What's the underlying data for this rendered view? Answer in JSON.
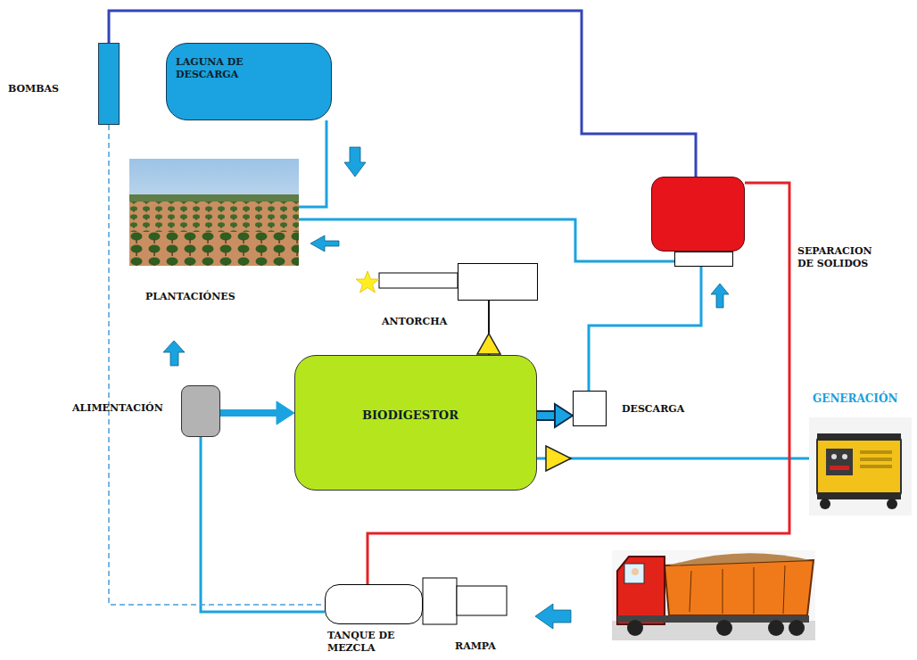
{
  "diagram": {
    "nodes": [
      {
        "text": [
          "BOMBAS"
        ]
      },
      {
        "text": [
          "LAGUNA DE DESCARGA"
        ]
      },
      {
        "text": [
          "PLANTACIÓNES"
        ]
      },
      {
        "text": [
          "ANTORCHA"
        ]
      },
      {
        "text": [
          "SEPARACION DE SOLIDOS"
        ]
      },
      {
        "text": [
          "ALIMENTACIÓN"
        ]
      },
      {
        "text": [
          "BIODIGESTOR"
        ]
      },
      {
        "text": [
          "DESCARGA"
        ]
      },
      {
        "text": [
          "GENERACIÓN"
        ]
      },
      {
        "text": [
          "TANQUE DE MEZCLA"
        ]
      },
      {
        "text": [
          "RAMPA"
        ]
      }
    ],
    "edges": [
      {
        "from": 1,
        "to": 2,
        "arrow": "none"
      },
      {
        "from": 4,
        "to": 2,
        "arrow": "none"
      },
      {
        "from": 7,
        "to": 4,
        "arrow": "none"
      },
      {
        "from": 6,
        "to": 7,
        "arrow": "to"
      },
      {
        "from": 6,
        "to": 3,
        "arrow": "none"
      },
      {
        "from": 6,
        "to": 8,
        "arrow": "none"
      },
      {
        "from": 5,
        "to": 6,
        "arrow": "to"
      },
      {
        "from": 9,
        "to": 5,
        "arrow": "none"
      },
      {
        "from": 4,
        "to": 9,
        "arrow": "none"
      },
      {
        "from": 4,
        "to": 0,
        "arrow": "none"
      },
      {
        "from": 0,
        "to": 9,
        "arrow": "none"
      }
    ]
  }
}
